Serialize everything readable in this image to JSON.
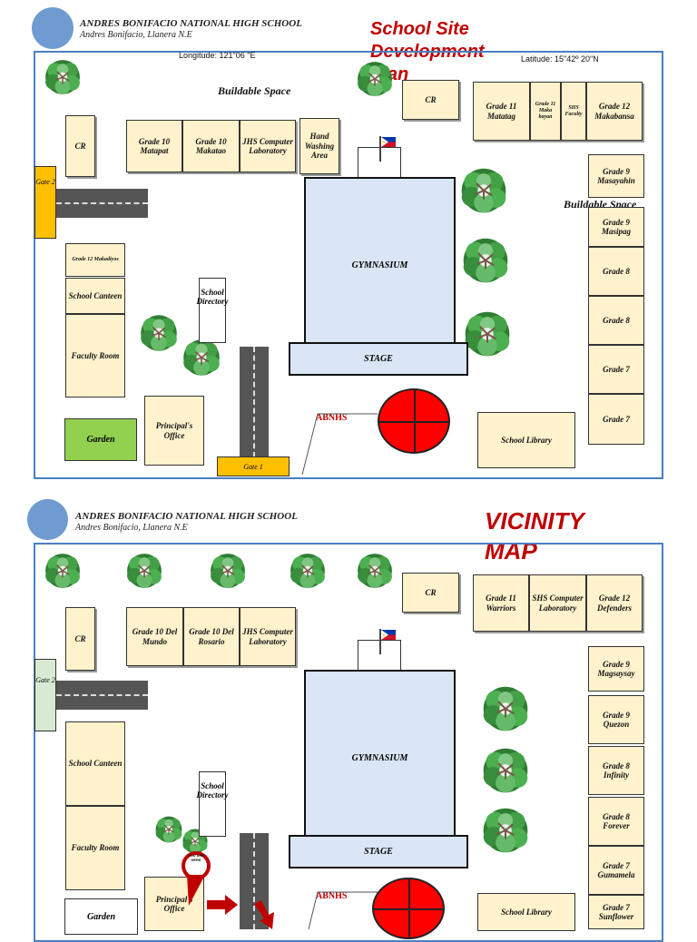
{
  "colors": {
    "frame": "#4a7fc4",
    "room": "#fff2cc",
    "title": "#c00000",
    "gym": "#dae6f5",
    "gate1": "#ffc000",
    "gate2_top": "#ffc000",
    "gate2_bottom": "#d9ead3",
    "garden_top": "#92d050",
    "helipad": "#ff0000",
    "logo": "#6f9bd1"
  },
  "header": {
    "school_name": "ANDRES BONIFACIO NATIONAL HIGH SCHOOL",
    "address": "Andres Bonifacio, Llanera N.E"
  },
  "map1": {
    "title": "School Site Development Plan",
    "longitude": "Longitude: 121\"06  \"E",
    "latitude": "Latitude: 15\"42º 20\"N",
    "buildable_space_1": "Buildable Space",
    "buildable_space_2": "Buildable Space",
    "rooms": {
      "cr_left": "CR",
      "g10_matapat": "Grade 10 Matapat",
      "g10_makatao": "Grade 10 Makatao",
      "jhs_lab": "JHS Computer Laboratory",
      "hand_washing": "Hand Washing Area",
      "cr_top": "CR",
      "g11_matatag": "Grade 11 Matatag",
      "g11_makabayan": "Grade 11 Maka bayan",
      "shs_faculty": "SHS Faculty",
      "g12_makabansa": "Grade 12 Makabansa",
      "g9_masayahin": "Grade 9 Masayahin",
      "g9_masipag": "Grade 9 Masipag",
      "g8_a": "Grade 8",
      "g8_b": "Grade 8",
      "g7_a": "Grade 7",
      "g7_b": "Grade 7",
      "g12_makadiyos": "Grade 12 Makadiyos",
      "canteen": "School Canteen",
      "faculty": "Faculty Room",
      "principal": "Principal's Office",
      "library": "School Library",
      "garden": "Garden",
      "directory": "School Directory"
    },
    "gymnasium": "GYMNASIUM",
    "stage": "STAGE",
    "gate1": "Gate 1",
    "gate2": "Gate 2",
    "abnhs": "ABNHS"
  },
  "map2": {
    "title": "VICINITY MAP",
    "rooms": {
      "cr_top": "CR",
      "g11_warriors": "Grade 11 Warriors",
      "shs_lab": "SHS Computer Laboratory",
      "g12_defenders": "Grade 12 Defenders",
      "cr_left": "CR",
      "g10_delmundo": "Grade 10 Del Mundo",
      "g10_delrosario": "Grade 10 Del Rosario",
      "jhs_lab": "JHS Computer Laboratory",
      "g9_magsaysay": "Grade 9 Magsaysay",
      "g9_quezon": "Grade 9 Quezon",
      "g8_infinity": "Grade 8 Infinity",
      "g8_forever": "Grade 8 Forever",
      "g7_gumamela": "Grade 7 Gumamela",
      "g7_sunflower": "Grade 7 Sunflower",
      "canteen": "School Canteen",
      "faculty": "Faculty Room",
      "principal": "Principal's Office",
      "library": "School Library",
      "garden": "Garden",
      "directory": "School Directory"
    },
    "gymnasium": "GYMNASIUM",
    "stage": "STAGE",
    "gate2": "Gate 2",
    "abnhs": "ABNHS",
    "you_are_here": "YOU ARE HERE"
  }
}
